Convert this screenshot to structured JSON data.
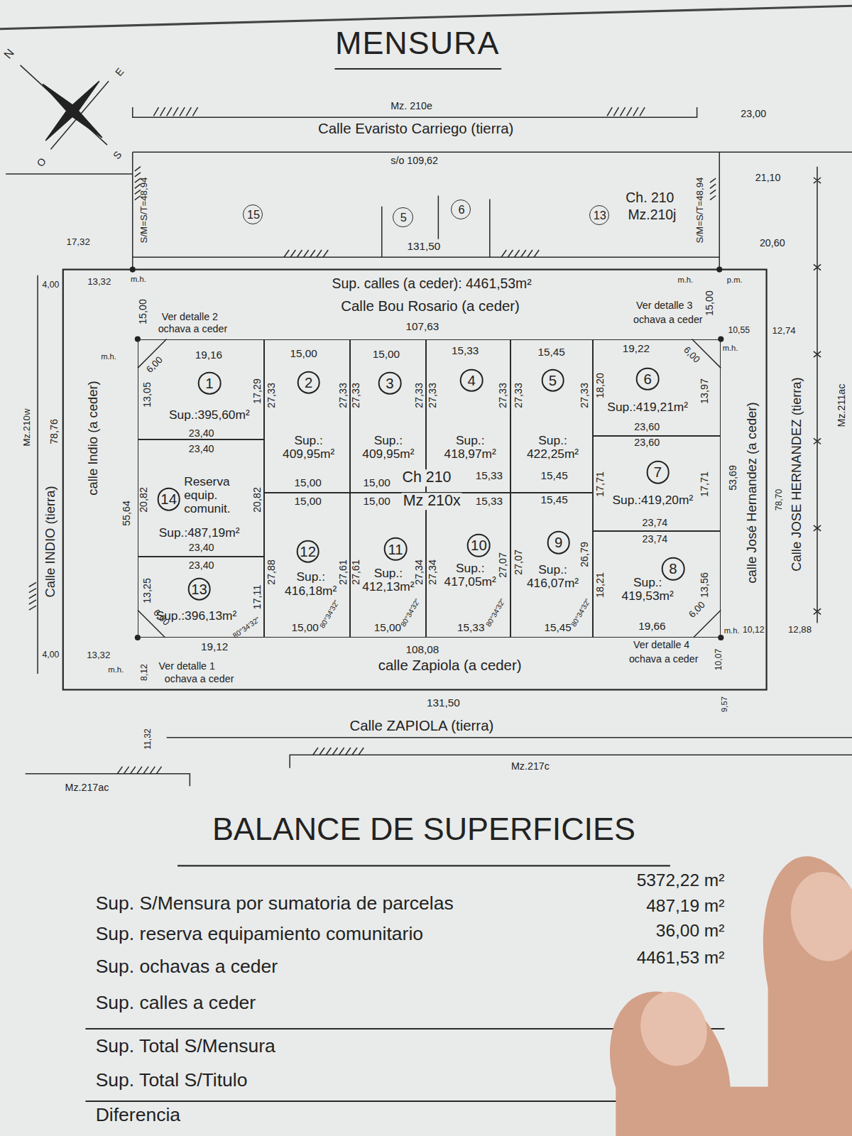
{
  "diagram": {
    "title": "MENSURA",
    "nodes": [
      {
        "text": [
          "15"
        ]
      },
      {
        "text": [
          "5"
        ]
      },
      {
        "text": [
          "6"
        ]
      },
      {
        "text": [
          "13"
        ]
      },
      {
        "text": [
          "1",
          "Sup.:395,60m²"
        ]
      },
      {
        "text": [
          "2",
          "Sup.: 409,95m²"
        ]
      },
      {
        "text": [
          "3",
          "Sup.: 409,95m²"
        ]
      },
      {
        "text": [
          "4",
          "Sup.: 418,97m²"
        ]
      },
      {
        "text": [
          "5",
          "Sup.: 422,25m²"
        ]
      },
      {
        "text": [
          "6",
          "Sup.:419,21m²"
        ]
      },
      {
        "text": [
          "7",
          "Sup.:419,20m²"
        ]
      },
      {
        "text": [
          "8",
          "Sup.: 419,53m²"
        ]
      },
      {
        "text": [
          "9",
          "Sup.: 416,07m²"
        ]
      },
      {
        "text": [
          "10",
          "Sup.: 417,05m²"
        ]
      },
      {
        "text": [
          "11",
          "Sup.: 412,13m²"
        ]
      },
      {
        "text": [
          "12",
          "Sup.: 416,18m²"
        ]
      },
      {
        "text": [
          "13",
          "Sup.:396,13m²"
        ]
      },
      {
        "text": [
          "14",
          "Reserva equip. comunit.",
          "Sup.:487,19m²"
        ]
      }
    ],
    "labels": [
      "Mz. 210e",
      "Calle Evaristo Carriego (tierra)",
      "s/o 109,62",
      "S/M=S/T=48,94",
      "S/M=S/T=48,94",
      "Ch. 210",
      "Mz.210j",
      "131,50",
      "23,00",
      "21,10",
      "20,60",
      "17,32",
      "4,00",
      "13,32",
      "m.h.",
      "Sup. calles (a ceder): 4461,53m²",
      "Calle Bou Rosario (a ceder)",
      "107,63",
      "15,00",
      "Ver detalle 2",
      "ochava a ceder",
      "Ver detalle 3",
      "ochava a ceder",
      "15,00",
      "m.h.",
      "p.m.",
      "10,55",
      "12,74",
      "m.h.",
      "m.h.",
      "Mz.210w",
      "78,76",
      "Calle INDIO (tierra)",
      "calle Indio (a ceder)",
      "55,64",
      "19,16",
      "6,00",
      "13,05",
      "17,29",
      "23,40",
      "23,40",
      "20,82",
      "20,82",
      "23,40",
      "23,40",
      "13,25",
      "17,11",
      "6,00",
      "19,12",
      "80°34'32\"",
      "15,00",
      "27,33",
      "27,33",
      "15,00",
      "15,00",
      "27,88",
      "27,61",
      "15,00",
      "80°34'32\"",
      "15,00",
      "27,33",
      "27,33",
      "15,00",
      "15,00",
      "27,61",
      "27,34",
      "15,00",
      "80°34'32\"",
      "15,33",
      "27,33",
      "27,33",
      "Ch 210",
      "Mz 210x",
      "15,33",
      "15,33",
      "27,34",
      "27,07",
      "15,33",
      "80°34'32\"",
      "15,45",
      "27,33",
      "27,33",
      "15,45",
      "15,45",
      "27,07",
      "26,79",
      "15,45",
      "80°34'32\"",
      "19,22",
      "6,00",
      "18,20",
      "13,97",
      "23,60",
      "23,60",
      "17,71",
      "17,71",
      "23,74",
      "23,74",
      "18,21",
      "13,56",
      "6,00",
      "19,66",
      "53,69",
      "calle José Hernandez (a ceder)",
      "78,70",
      "Calle JOSE HERNANDEZ (tierra)",
      "Mz.211ac",
      "m.h.",
      "10,12",
      "12,88",
      "10,07",
      "Ver detalle 4",
      "ochava a ceder",
      "108,08",
      "calle Zapiola (a ceder)",
      "4,00",
      "13,32",
      "m.h.",
      "Ver detalle 1",
      "ochava a ceder",
      "8,12",
      "131,50",
      "9,57",
      "Calle ZAPIOLA (tierra)",
      "11,32",
      "Mz.217c",
      "Mz.217ac",
      "BALANCE DE SUPERFICIES",
      "Sup. S/Mensura por sumatoria de parcelas",
      "5372,22 m²",
      "Sup. reserva equipamiento comunitario",
      "487,19 m²",
      "Sup. ochavas a ceder",
      "36,00 m²",
      "Sup. calles a ceder",
      "4461,53 m²",
      "Sup. Total S/Mensura",
      "Sup. Total S/Titulo",
      "Diferencia",
      "N",
      "E",
      "S",
      "O"
    ]
  }
}
